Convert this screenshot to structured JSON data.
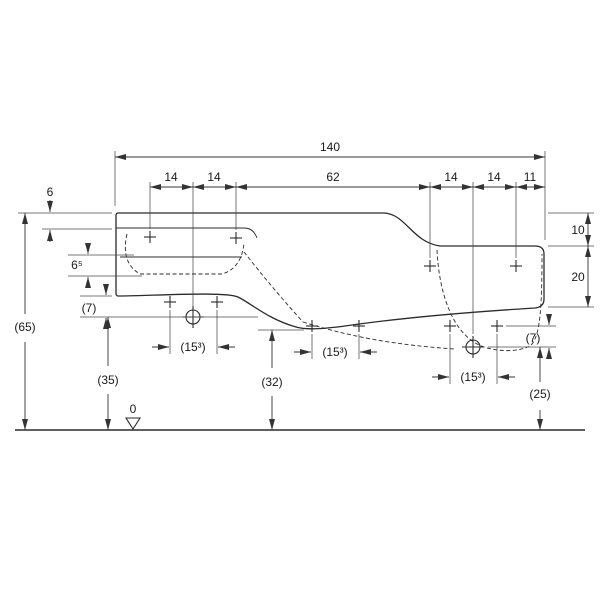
{
  "drawing": {
    "type": "washbasin-front-elevation-dimension-drawing",
    "labels": {
      "overall_width": "140",
      "rim_step_left": "6",
      "left_fixing_spacing_a": "14",
      "left_fixing_spacing_b": "14",
      "center_span": "62",
      "right_fixing_spacing_a": "14",
      "right_fixing_spacing_b": "14",
      "right_edge_offset": "11",
      "rim_drop_right": "10",
      "right_apron_height": "20",
      "left_rim_thickness": "6⁵",
      "left_underside_offset": "(7)",
      "right_underside_offset": "(7)",
      "overall_height": "(65)",
      "left_clearance_height": "(35)",
      "center_clearance_height": "(32)",
      "right_clearance_height": "(25)",
      "left_drill_spacing": "(15³)",
      "center_drill_spacing": "(15³)",
      "right_drill_spacing": "(15³)",
      "datum_zero": "0"
    },
    "colors": {
      "line": "#2b2b2b",
      "dim_line": "#333333",
      "background": "#ffffff"
    }
  }
}
